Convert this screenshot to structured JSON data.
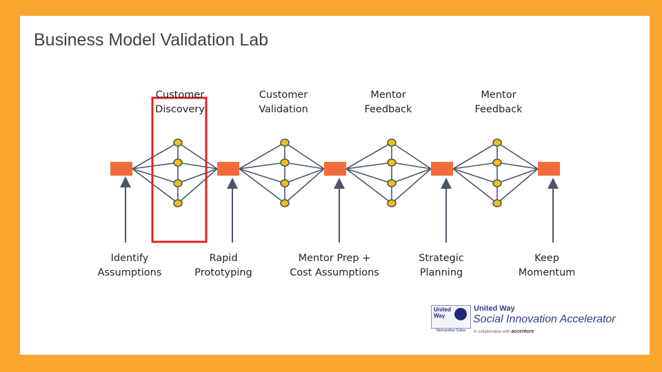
{
  "title": "Business Model Validation Lab",
  "top_labels": [
    "Customer\nDiscovery",
    "Customer\nValidation",
    "Mentor\nFeedback",
    "Mentor\nFeedback"
  ],
  "bottom_labels": [
    "Identify\nAssumptions",
    "Rapid\nPrototyping",
    "Mentor Prep +\nCost Assumptions",
    "Strategic\nPlanning",
    "Keep\nMomentum"
  ],
  "highlighted_stage": "Customer Discovery",
  "logo": {
    "badge_text": "United\nWay",
    "badge_sub": "Metropolitan Dallas",
    "organization": "United Way",
    "program": "Social Innovation Accelerator",
    "collaboration": "in collaboration with",
    "partner": "accenture"
  },
  "colors": {
    "background": "#f9a631",
    "milestone": "#f26b3a",
    "node_fill": "#f2c012",
    "line": "#4a5566",
    "highlight": "#e02020"
  }
}
